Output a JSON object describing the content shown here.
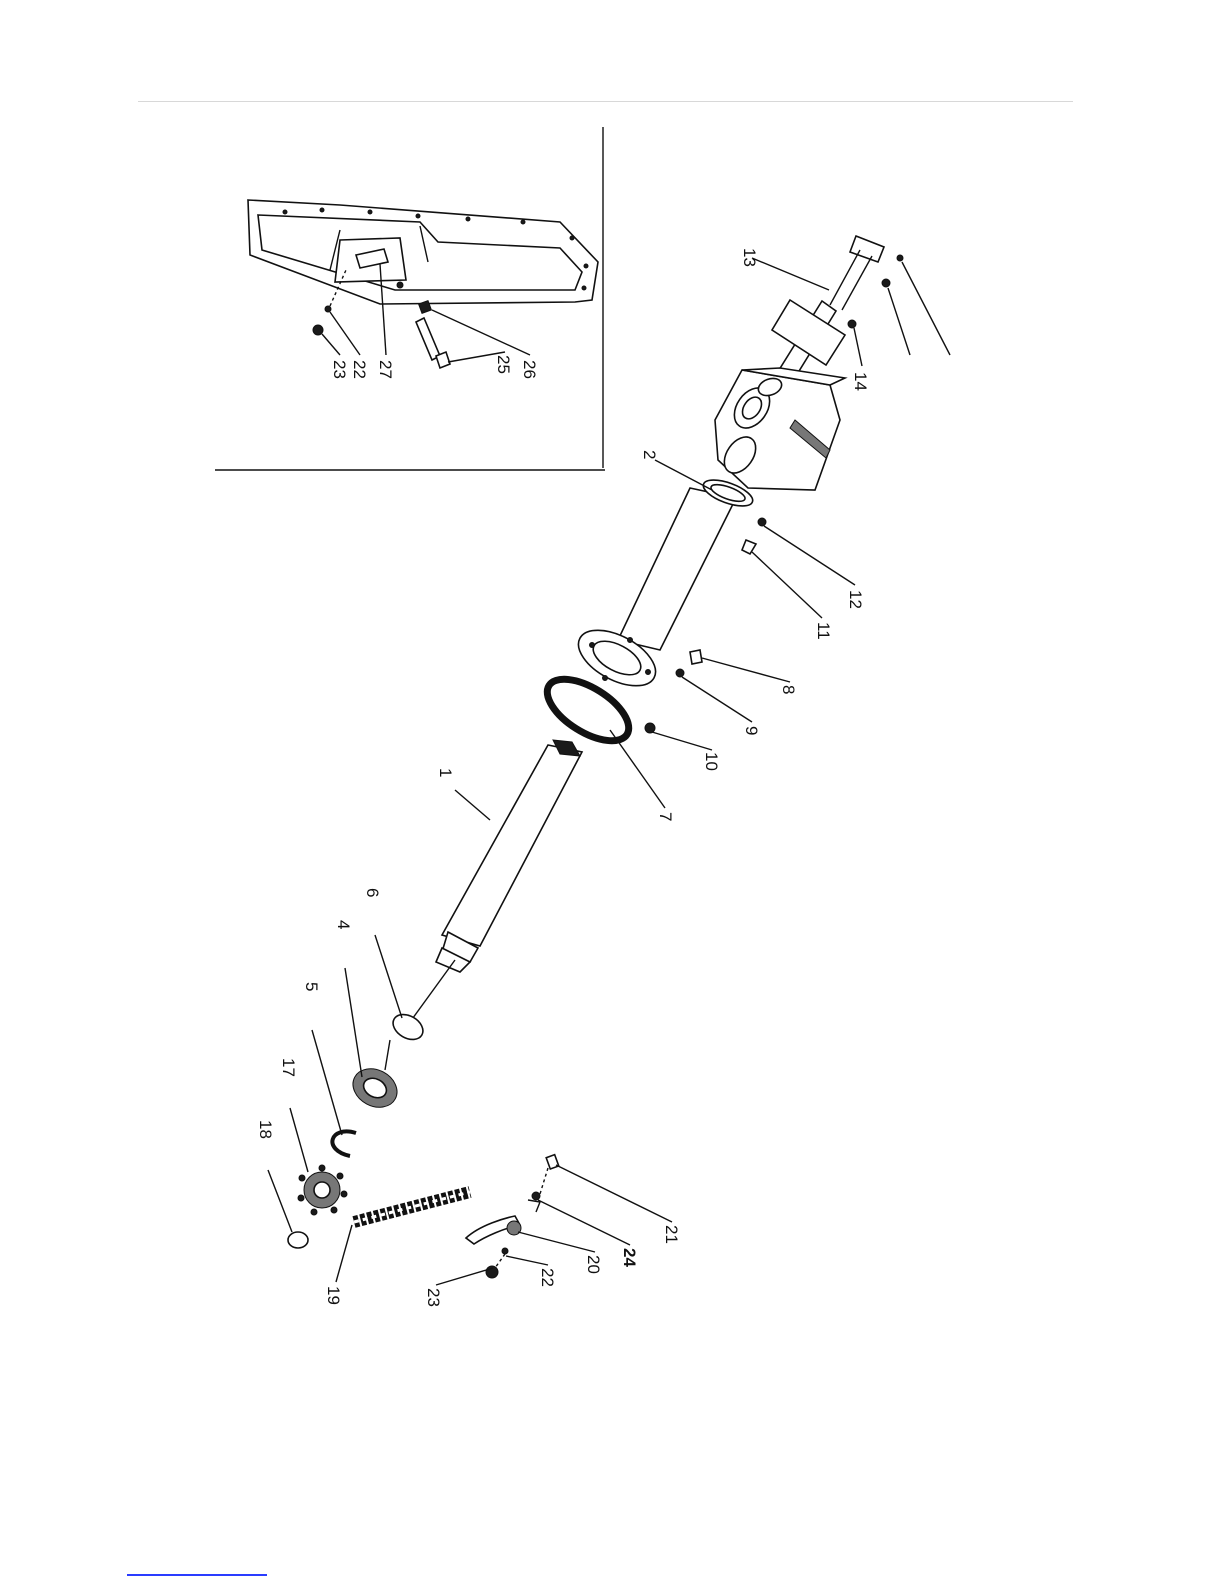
{
  "colors": {
    "ink": "#111111",
    "rule": "#d8d8d8",
    "link": "#2a3cff"
  },
  "labels": {
    "p1": "1",
    "p2": "2",
    "p4": "4",
    "p5": "5",
    "p6": "6",
    "p7": "7",
    "p8": "8",
    "p9": "9",
    "p10": "10",
    "p11": "11",
    "p12": "12",
    "p13": "13",
    "p14": "14",
    "p17": "17",
    "p18": "18",
    "p19": "19",
    "p20": "20",
    "p21": "21",
    "p22a": "22",
    "p23a": "23",
    "p24": "24",
    "p22b": "22",
    "p23b": "23",
    "p25": "25",
    "p26": "26",
    "p27": "27"
  }
}
